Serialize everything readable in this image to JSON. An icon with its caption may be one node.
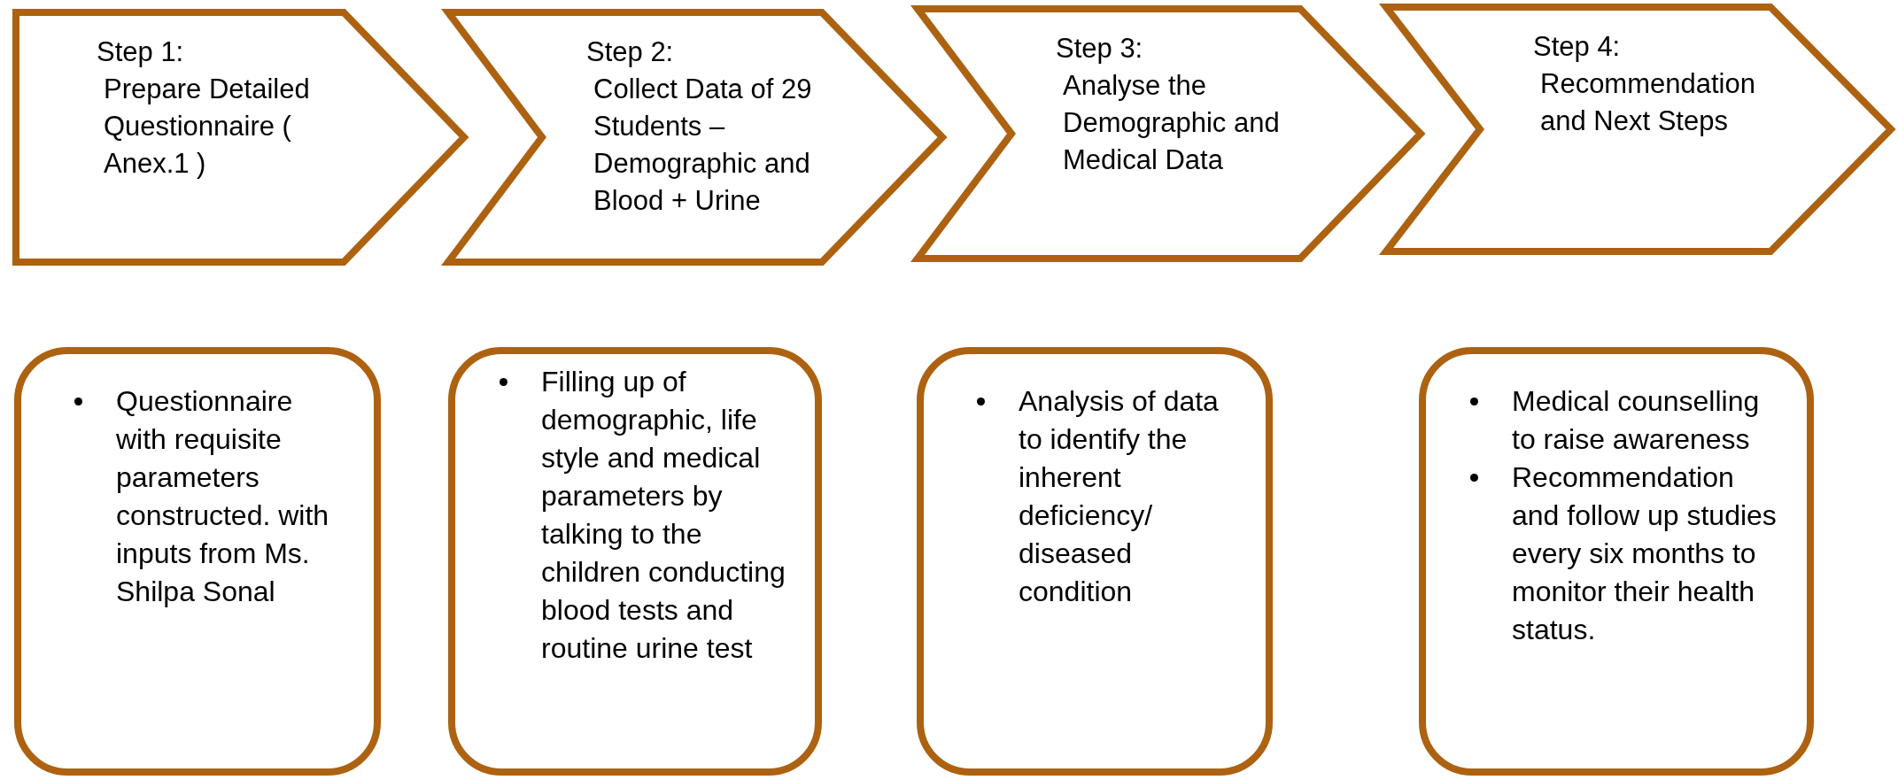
{
  "diagram": {
    "nodes": [
      {
        "text": [
          "Step 1:",
          "Prepare Detailed Questionnaire ( Anex.1 )"
        ]
      },
      {
        "text": [
          "Step 2:",
          "Collect Data of 29 Students – Demographic and Blood + Urine"
        ]
      },
      {
        "text": [
          "Step 3:",
          "Analyse the Demographic and Medical Data"
        ]
      },
      {
        "text": [
          "Step 4:",
          "Recommendation and Next Steps"
        ]
      },
      {
        "text": [
          "Questionnaire with requisite parameters constructed. with inputs from Ms. Shilpa Sonal"
        ]
      },
      {
        "text": [
          "Filling up of demographic, life style and medical parameters by talking to the children conducting blood tests and routine urine test"
        ]
      },
      {
        "text": [
          "Analysis of data to identify the inherent deficiency/ diseased condition"
        ]
      },
      {
        "text": [
          "Medical counselling to raise awareness",
          "Recommendation and follow up studies every six months to monitor their health status."
        ]
      }
    ]
  }
}
